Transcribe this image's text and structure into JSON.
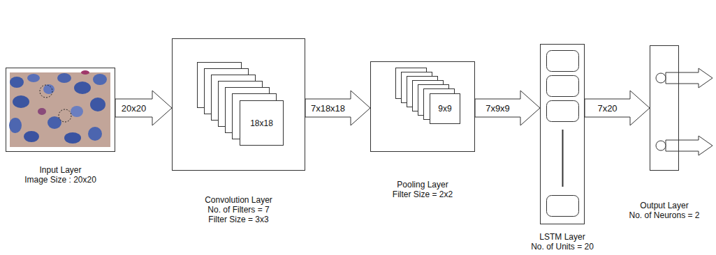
{
  "diagram": {
    "nodes": [
      {
        "text": [
          "Input Layer",
          "Image Size : 20x20"
        ]
      },
      {
        "text": [
          "Convolution Layer",
          "No. of Filters = 7",
          "Filter Size = 3x3"
        ]
      },
      {
        "text": [
          "18x18"
        ],
        "in": 1
      },
      {
        "text": [
          "Pooling Layer",
          "Filter Size = 2x2"
        ]
      },
      {
        "text": [
          "9x9"
        ],
        "in": 3
      },
      {
        "text": [
          "LSTM Layer",
          "No. of Units = 20"
        ]
      },
      {
        "text": [
          "Output Layer",
          "No. of Neurons = 2"
        ]
      }
    ],
    "edges": [
      {
        "from": 0,
        "to": 1,
        "label": "20x20",
        "arrow": "to"
      },
      {
        "from": 1,
        "to": 3,
        "label": "7x18x18",
        "arrow": "to"
      },
      {
        "from": 3,
        "to": 5,
        "label": "7x9x9",
        "arrow": "to"
      },
      {
        "from": 5,
        "to": 6,
        "label": "7x20",
        "arrow": "to"
      }
    ]
  }
}
